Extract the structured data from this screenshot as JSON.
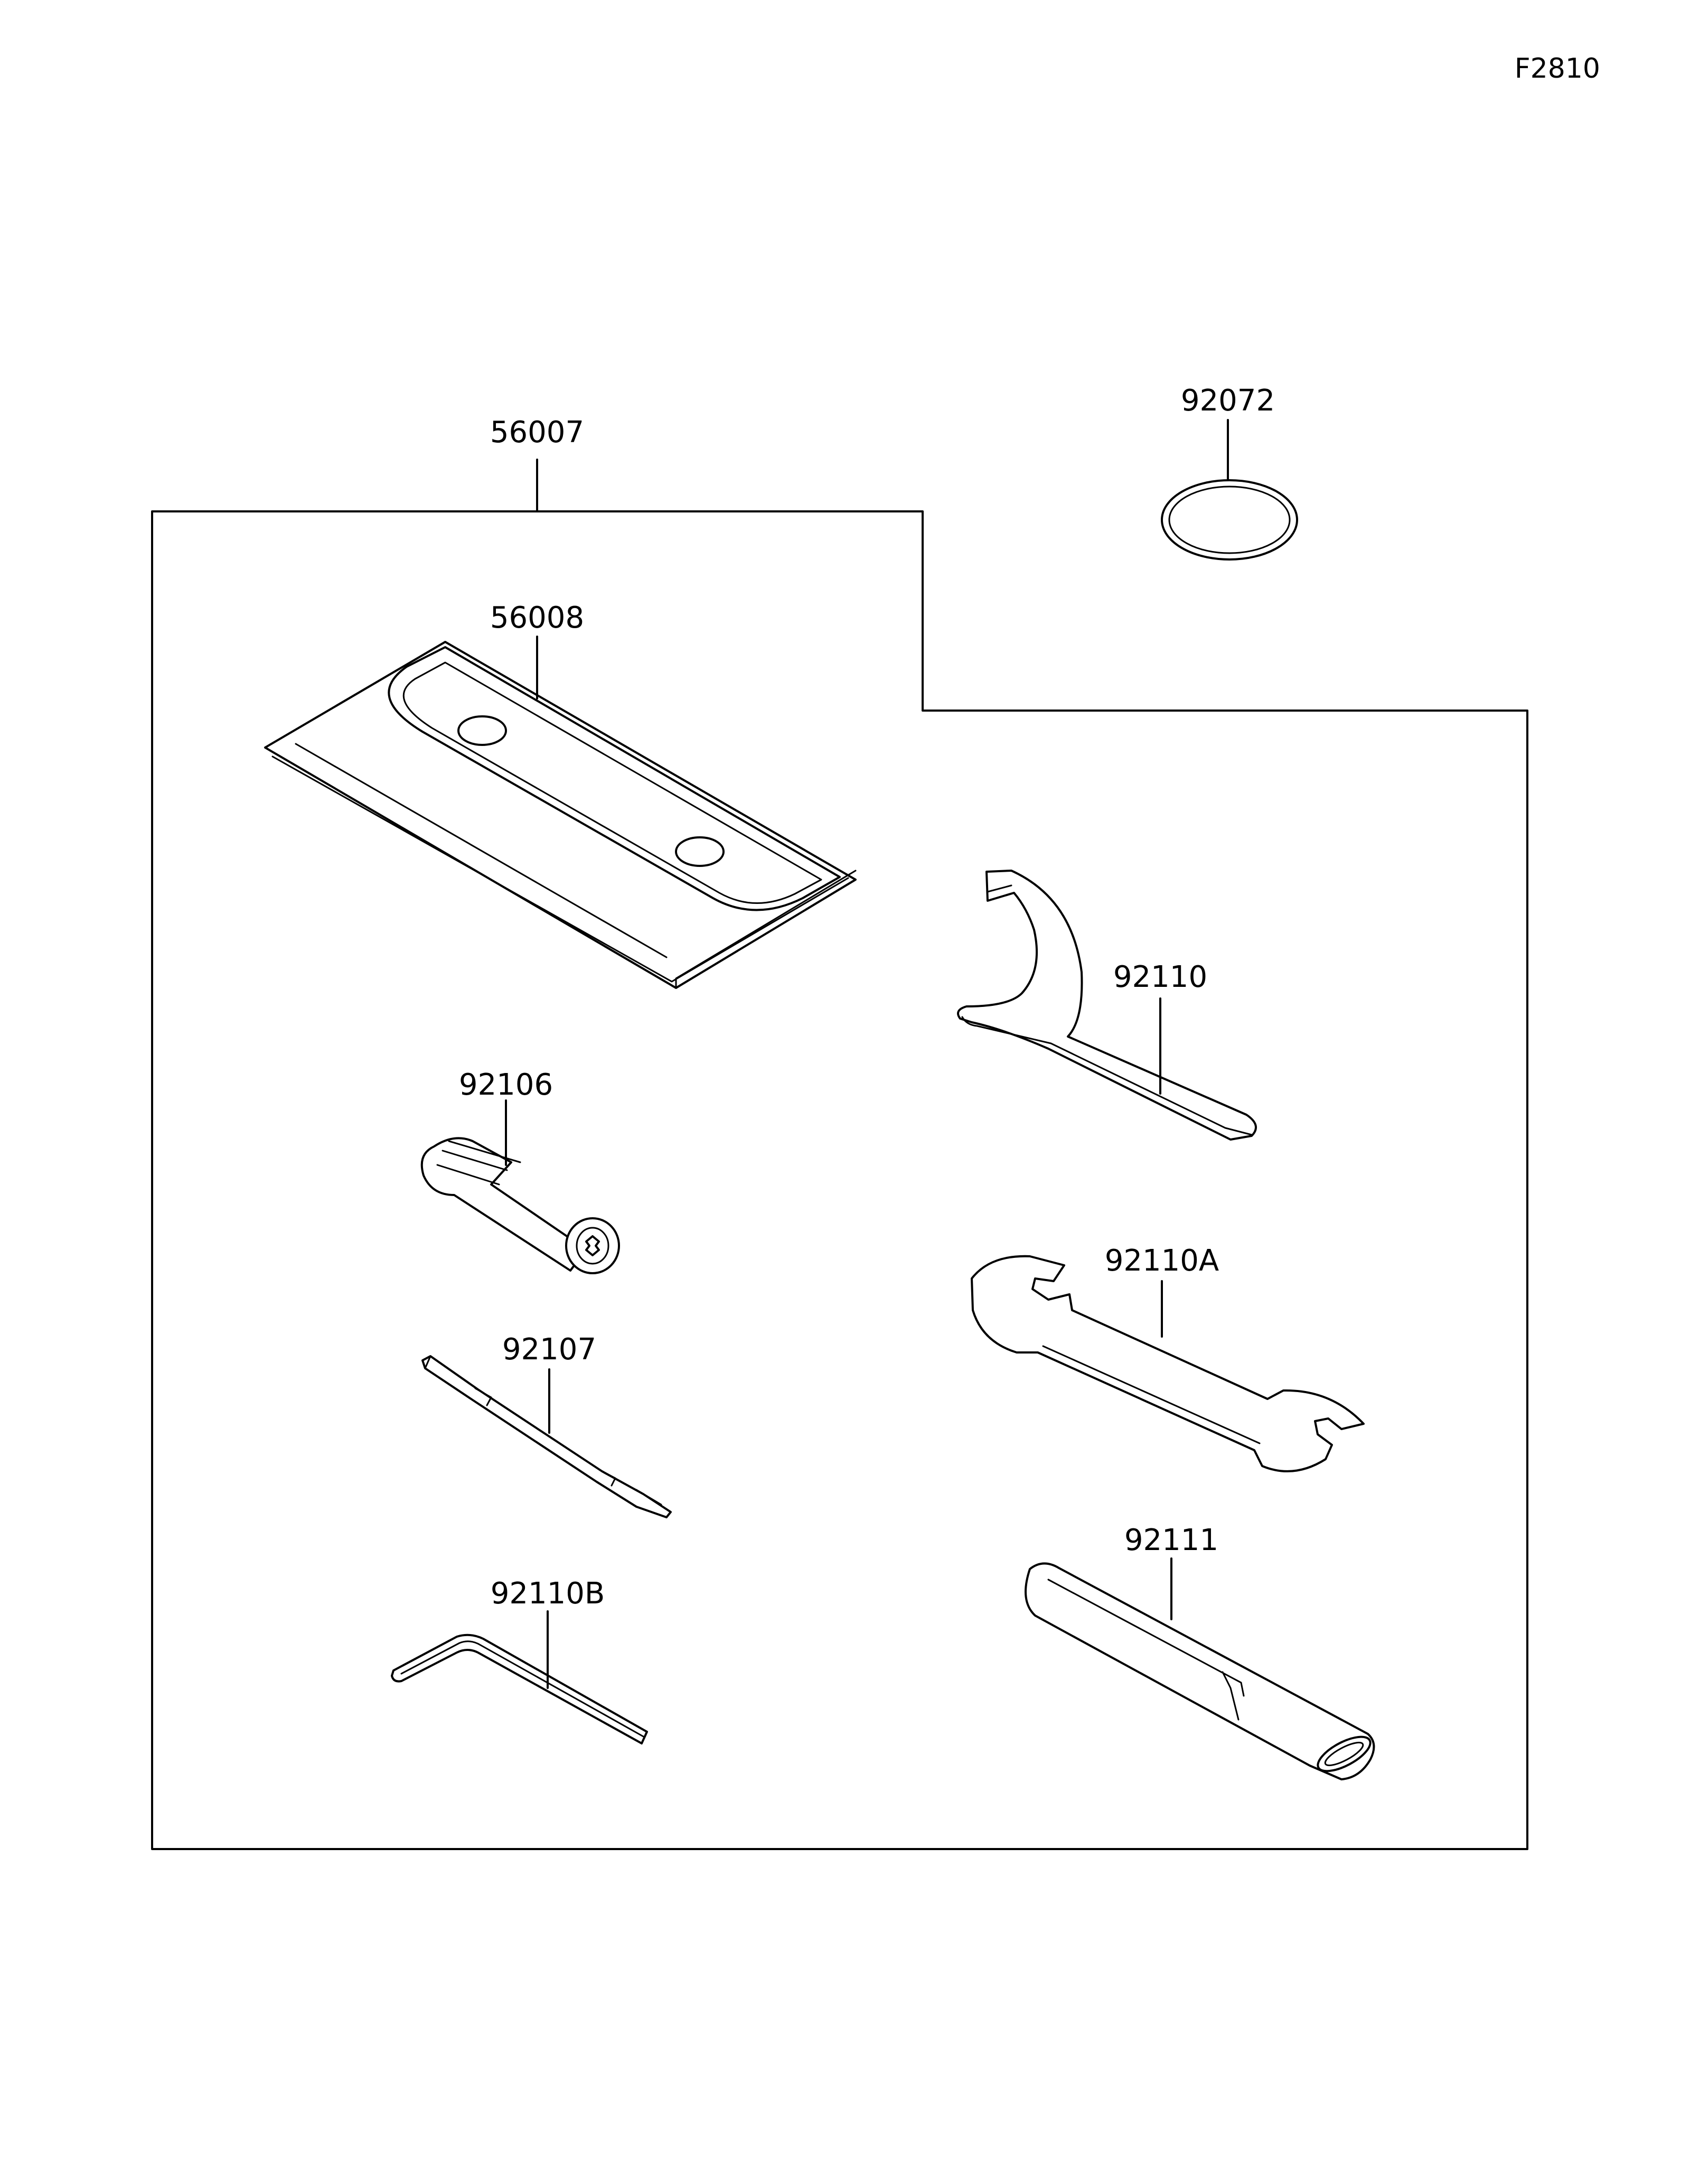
{
  "figure_id": "F2810",
  "parts": {
    "tool_kit": {
      "number": "56007"
    },
    "tool_bag": {
      "number": "56008"
    },
    "band": {
      "number": "92072"
    },
    "hook_wrench": {
      "number": "92110"
    },
    "socket_adapter": {
      "number": "92106"
    },
    "screwdriver_bit": {
      "number": "92107"
    },
    "open_end_wrench": {
      "number": "92110A"
    },
    "hex_key": {
      "number": "92110B"
    },
    "handle_bar": {
      "number": "92111"
    }
  }
}
